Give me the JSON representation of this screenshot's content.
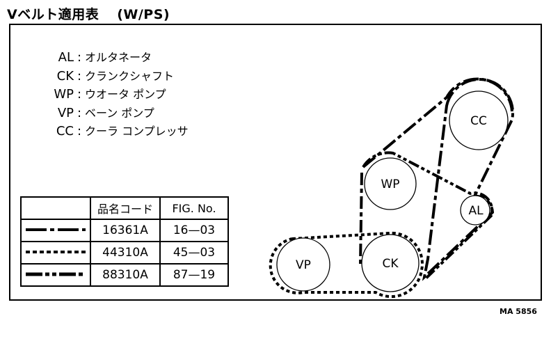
{
  "title": "Vベルト適用表",
  "subtitle": "(W/PS)",
  "legend": [
    {
      "abbr": "AL",
      "desc": "オルタネータ"
    },
    {
      "abbr": "CK",
      "desc": "クランクシャフト"
    },
    {
      "abbr": "WP",
      "desc": "ウオータ ポンプ"
    },
    {
      "abbr": "VP",
      "desc": "ベーン ポンプ"
    },
    {
      "abbr": "CC",
      "desc": "クーラ コンプレッサ"
    }
  ],
  "table": {
    "headers": [
      "",
      "品名コード",
      "FIG. No."
    ],
    "rows": [
      {
        "line_style": "dash-dot",
        "code": "16361A",
        "fig": "16—03"
      },
      {
        "line_style": "dotted",
        "code": "44310A",
        "fig": "45—03"
      },
      {
        "line_style": "dash-dot-dot",
        "code": "88310A",
        "fig": "87—19"
      }
    ]
  },
  "pulleys": [
    {
      "label": "CC"
    },
    {
      "label": "WP"
    },
    {
      "label": "AL"
    },
    {
      "label": "VP"
    },
    {
      "label": "CK"
    }
  ],
  "code_ref": "MA 5856"
}
